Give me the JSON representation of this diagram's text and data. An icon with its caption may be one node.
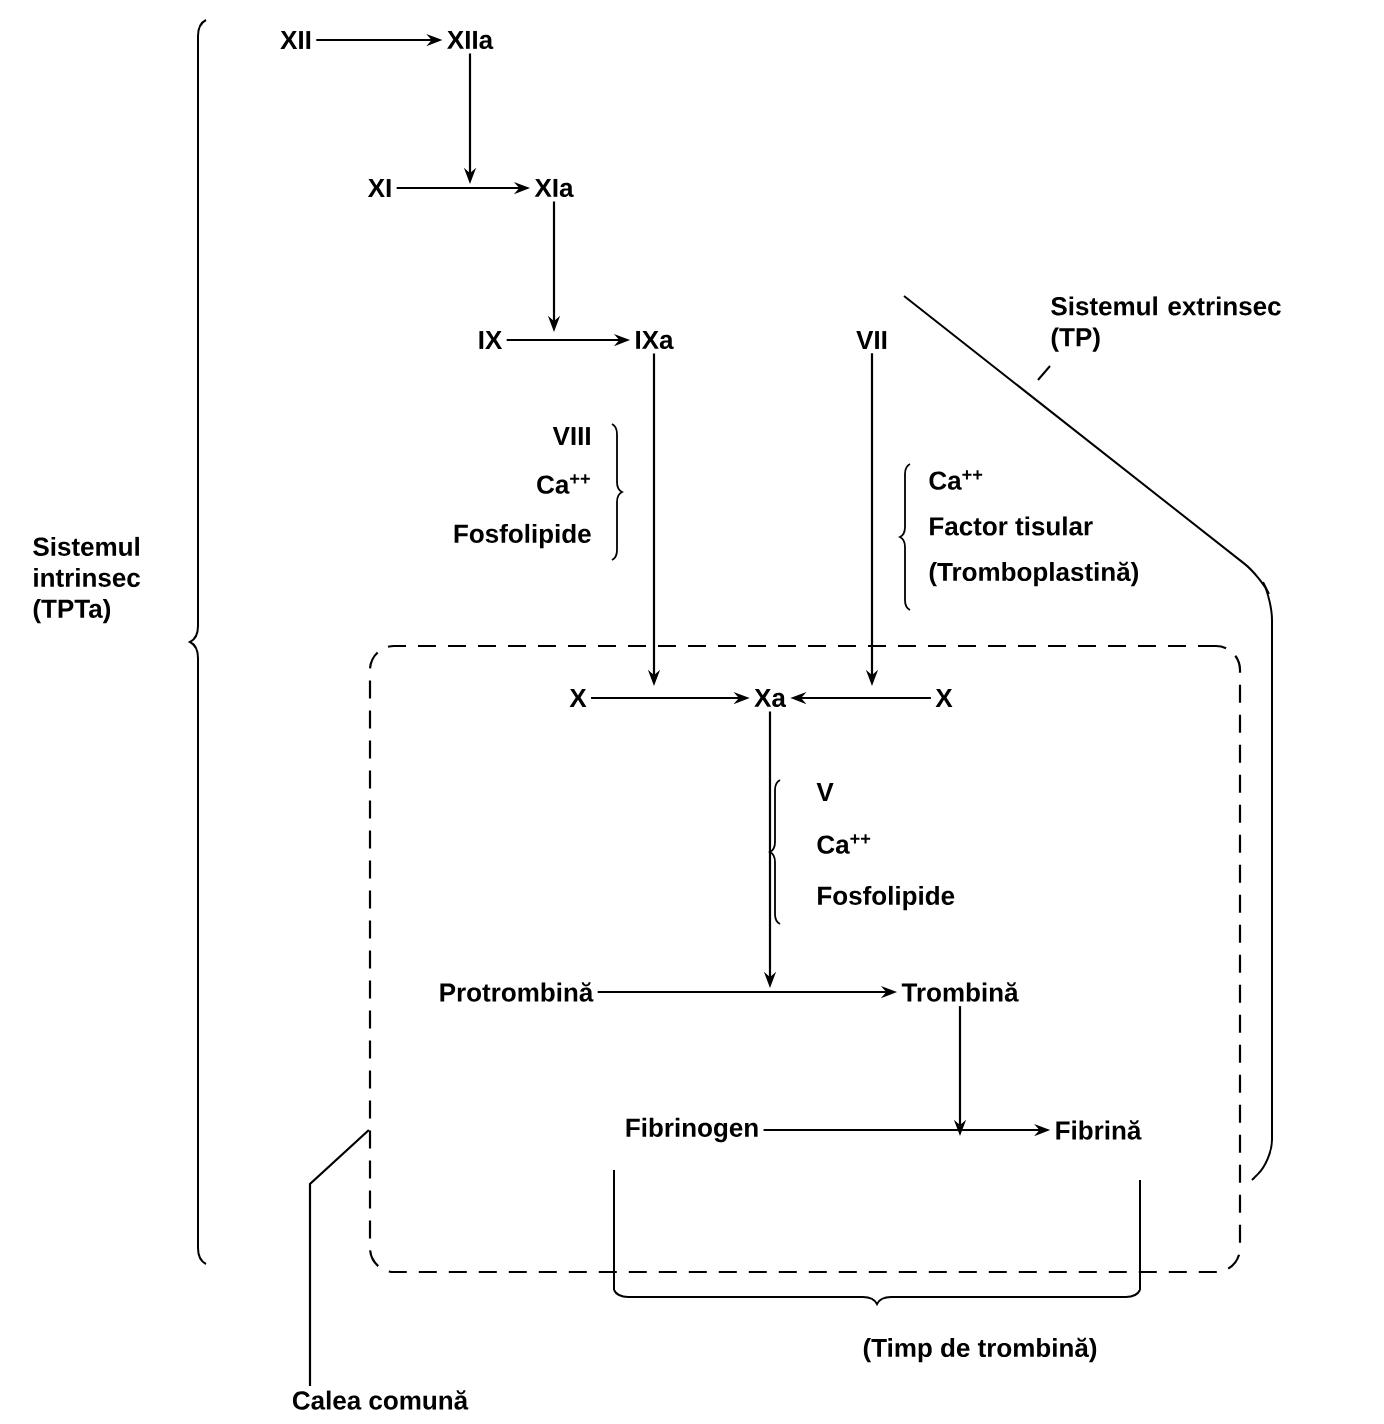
{
  "diagram": {
    "nodes": [
      {
        "text": [
          "XII"
        ]
      },
      {
        "text": [
          "XIIa"
        ]
      },
      {
        "text": [
          "XI"
        ]
      },
      {
        "text": [
          "XIa"
        ]
      },
      {
        "text": [
          "IX"
        ]
      },
      {
        "text": [
          "IXa"
        ]
      },
      {
        "text": [
          "VII"
        ]
      },
      {
        "text": [],
        "shape": "box"
      },
      {
        "text": [
          "X"
        ],
        "in": 7
      },
      {
        "text": [
          "Xa"
        ],
        "in": 7
      },
      {
        "text": [
          "X"
        ],
        "in": 7
      },
      {
        "text": [
          "Protrombină"
        ],
        "in": 7
      },
      {
        "text": [
          "Trombină"
        ],
        "in": 7
      },
      {
        "text": [
          "Fibrinogen"
        ],
        "in": 7
      },
      {
        "text": [
          "Fibrină"
        ],
        "in": 7
      },
      {
        "text": [
          "Calea comună"
        ]
      }
    ],
    "edges": [
      {
        "from": 0,
        "to": 1,
        "arrow": "to"
      },
      {
        "from": 1,
        "to": null,
        "arrow": "to"
      },
      {
        "from": 2,
        "to": 3,
        "arrow": "to"
      },
      {
        "from": 3,
        "to": null,
        "arrow": "to"
      },
      {
        "from": 4,
        "to": 5,
        "arrow": "to"
      },
      {
        "from": 5,
        "to": null,
        "arrow": "to"
      },
      {
        "from": 6,
        "to": null,
        "arrow": "to"
      },
      {
        "from": 8,
        "to": 9,
        "arrow": "to"
      },
      {
        "from": 10,
        "to": 9,
        "arrow": "to"
      },
      {
        "from": 9,
        "to": null,
        "arrow": "to"
      },
      {
        "from": 11,
        "to": 12,
        "arrow": "to"
      },
      {
        "from": 12,
        "to": null,
        "arrow": "to"
      },
      {
        "from": 13,
        "to": 14,
        "arrow": "to"
      },
      {
        "from": 15,
        "to": 7,
        "arrow": "none"
      }
    ],
    "labels": [
      "Sistemul extrinsec (TP)",
      "VIII",
      "Ca$^{++}$",
      "Fosfolipide",
      "Ca$^{++}$",
      "Factor tisular",
      "(Tromboplastină)",
      "Sistemul intrinsec (TPTa)",
      "V",
      "Ca$^{++}$",
      "Fosfolipide",
      "(Timp de trombină)"
    ]
  }
}
